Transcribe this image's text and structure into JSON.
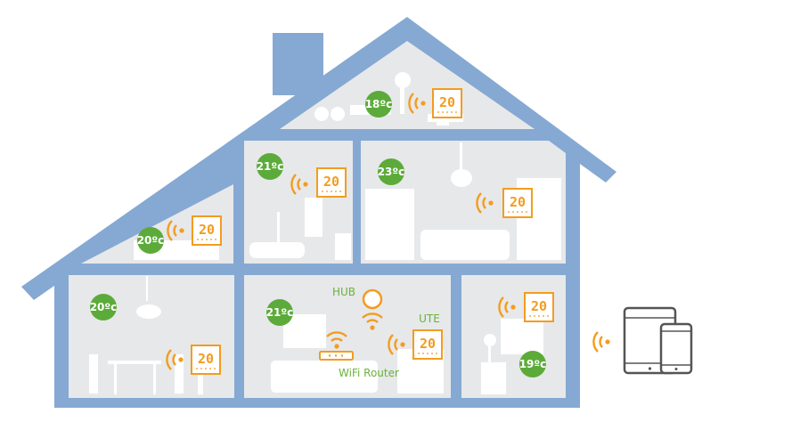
{
  "colors": {
    "house": "#85a9d2",
    "interior": "#e7e8ea",
    "furniture": "#ffffff",
    "badge": "#5cab3a",
    "accent": "#f39c1f",
    "device": "#555555"
  },
  "rooms": {
    "attic": {
      "temperature": "18ºc"
    },
    "bathroom": {
      "temperature": "21ºc"
    },
    "kitchen": {
      "temperature": "23ºc"
    },
    "left_bedroom": {
      "temperature": "20ºc"
    },
    "dining_room": {
      "temperature": "20ºc"
    },
    "living_room": {
      "temperature": "21ºc"
    },
    "right_room": {
      "temperature": "19ºc"
    }
  },
  "thermostat": {
    "display": "20",
    "icon": "thermostat-icon"
  },
  "labels": {
    "hub": "HUB",
    "ute": "UTE",
    "router": "WiFi Router"
  },
  "devices": {
    "tablet": "tablet-icon",
    "phone": "phone-icon",
    "wifi": "wifi-icon"
  }
}
